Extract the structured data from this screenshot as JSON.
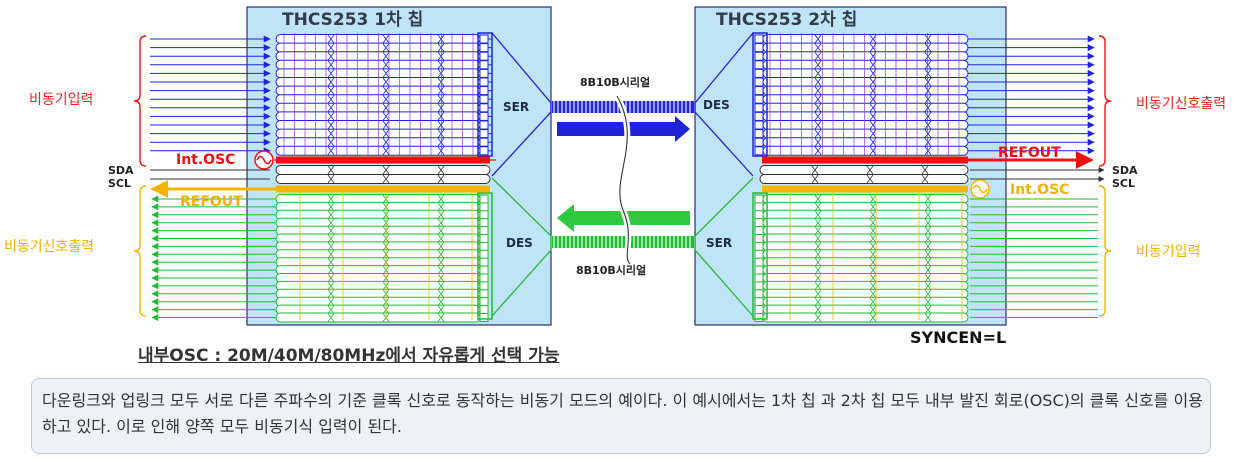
{
  "chip1": {
    "title": "THCS253 1차 칩",
    "ser": "SER",
    "des": "DES"
  },
  "chip2": {
    "title": "THCS253 2차 칩",
    "des": "DES",
    "ser": "SER"
  },
  "serial_top": "8B10B시리얼",
  "serial_bottom": "8B10B시리얼",
  "left": {
    "async_input": "비동기입력",
    "async_output": "비동기신호출력",
    "sda": "SDA",
    "scl": "SCL",
    "osc": "Int.OSC",
    "refout": "REFOUT"
  },
  "right": {
    "async_output": "비동기신호출력",
    "async_input": "비동기입력",
    "sda": "SDA",
    "scl": "SCL",
    "osc": "Int.OSC",
    "refout": "REFOUT"
  },
  "syncen": "SYNCEN=L",
  "osc_note": "내부OSC : 20M/40M/80MHz에서 자유롭게 선택 가능",
  "caption": "다운링크와 업링크 모두 서로 다른 주파수의 기준 클록 신호로 동작하는 비동기 모드의 예이다. 이 예시에서는 1차 칩 과 2차 칩 모두 내부 발진 회로(OSC)의 클록 신호를 이용하고 있다. 이로 인해 양쪽 모두 비동기식 입력이 된다.",
  "colors": {
    "chip_fill": "#bfe3f7",
    "downlink": "#1f24d8",
    "uplink": "#22bb33",
    "clock_red": "#ee1111",
    "clock_yellow": "#f4b400"
  }
}
